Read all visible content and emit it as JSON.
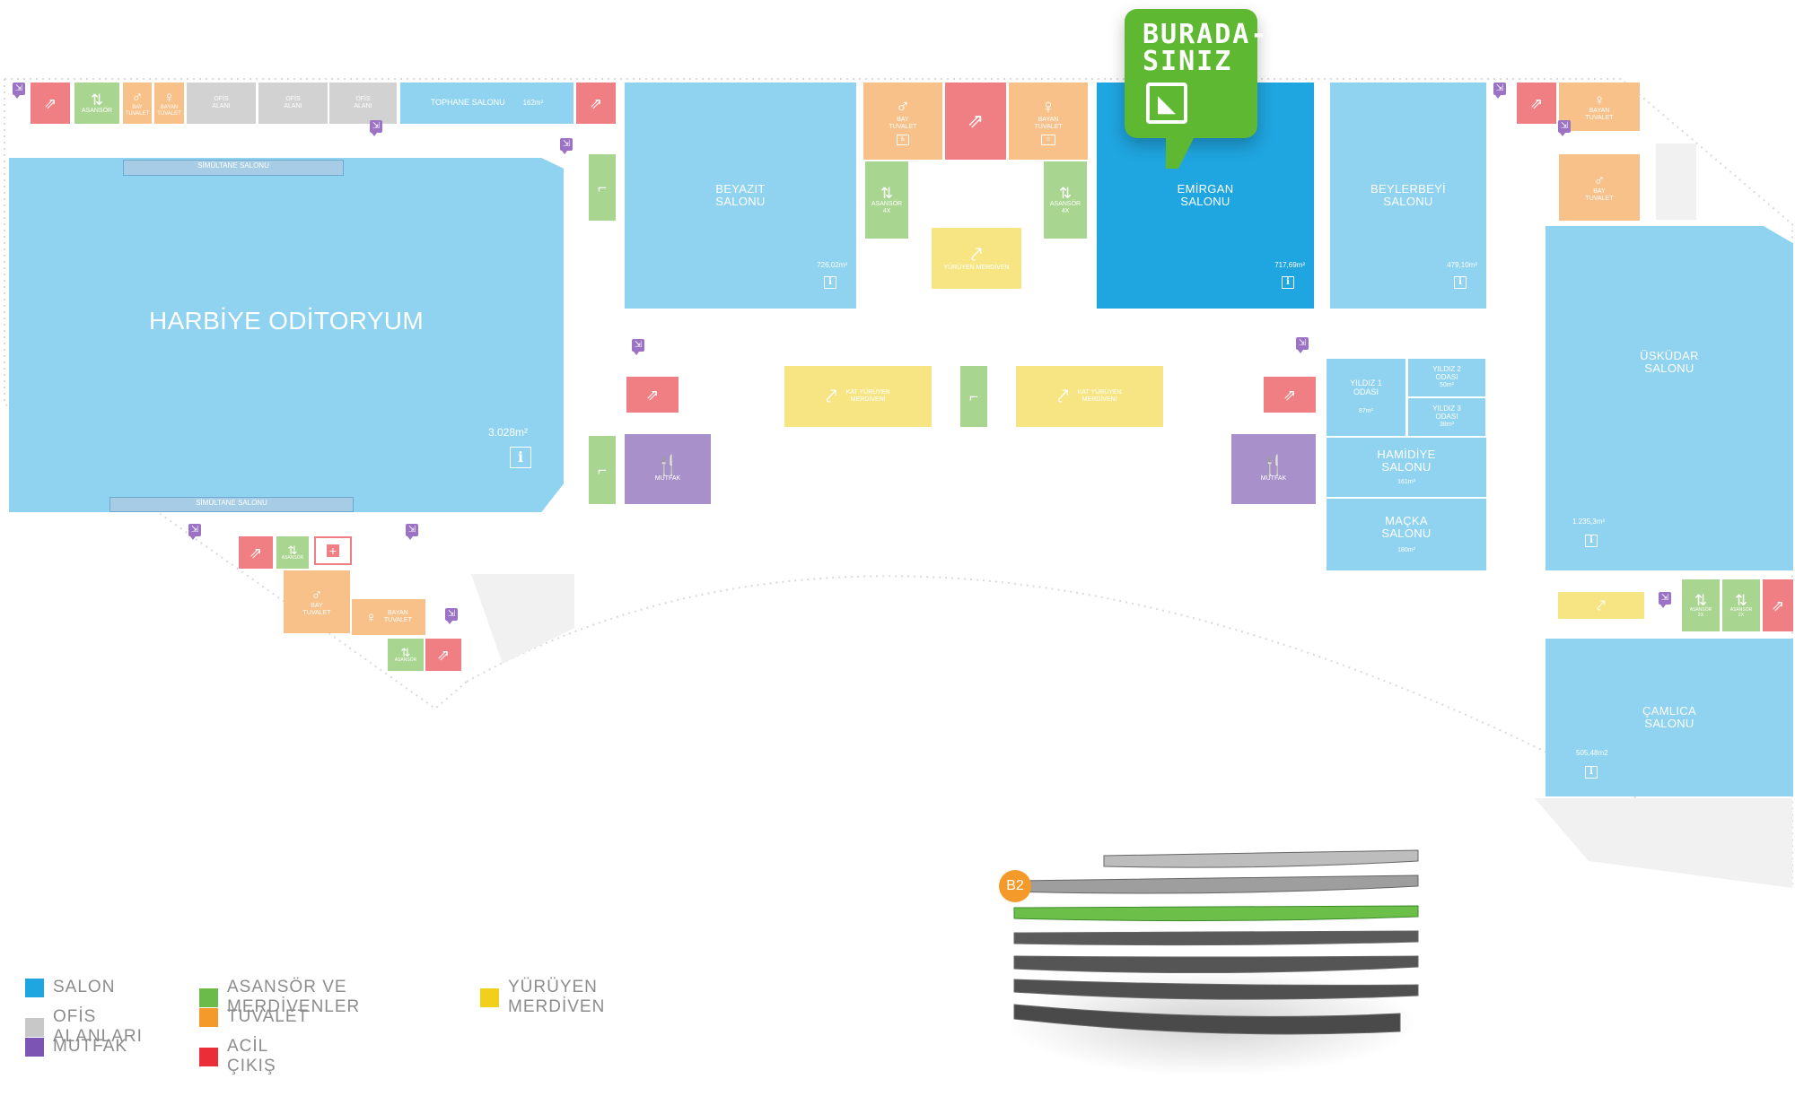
{
  "you_are_here": {
    "label": "BURADA-\nSINIZ",
    "icon": "exit-door-icon"
  },
  "halls": {
    "harbiye": {
      "name": "HARBİYE ODİTORYUM",
      "area": "3.028m²"
    },
    "beyazit": {
      "name": "BEYAZIT\nSALONU",
      "area": "726,02m²"
    },
    "emirgan": {
      "name": "EMİRGAN\nSALONU",
      "area": "717,69m²"
    },
    "beylerbeyi": {
      "name": "BEYLERBEYİ\nSALONU",
      "area": "479,10m²"
    },
    "uskudar": {
      "name": "ÜSKÜDAR\nSALONU",
      "area": "1.235,3m²"
    },
    "camlica": {
      "name": "ÇAMLICA\nSALONU",
      "area": "505,48m2"
    },
    "hamidiye": {
      "name": "HAMİDİYE\nSALONU",
      "area": "161m²"
    },
    "macka": {
      "name": "MAÇKA\nSALONU",
      "area": "180m²"
    },
    "yildiz1": {
      "name": "YILDIZ 1\nODASI",
      "area": "87m²"
    },
    "yildiz2": {
      "name": "YILDIZ 2\nODASI",
      "area": "50m²"
    },
    "yildiz3": {
      "name": "YILDIZ 3\nODASI",
      "area": "38m²"
    },
    "tophane": {
      "name": "TOPHANE SALONU",
      "area": "162m²"
    }
  },
  "simultane_top": "SİMÜLTANE SALONU",
  "simultane_bottom": "SİMÜLTANE SALONU",
  "labels": {
    "asansor": "ASANSÖR",
    "asansor_4x": "ASANSÖR\n4X",
    "asansor_2x": "ASANSÖR\n2X",
    "bay_tuvalet": "BAY\nTUVALET",
    "bayan_tuvalet": "BAYAN\nTUVALET",
    "ofis_alani": "OFİS\nALANI",
    "mutfak": "MUTFAK",
    "yuruyen_merdiven": "YÜRÜYEN MERDİVEN",
    "kat_yuruyen_merdiveni": "KAT YÜRÜYEN\nMERDİVENİ"
  },
  "legend": [
    {
      "label": "SALON",
      "color": "#1fa5e0"
    },
    {
      "label": "OFİS ALANLARI",
      "color": "#c8c8c8"
    },
    {
      "label": "MUTFAK",
      "color": "#7c55b4"
    },
    {
      "label": "ASANSÖR VE MERDİVENLER",
      "color": "#6bbb4a"
    },
    {
      "label": "TUVALET",
      "color": "#f39a2b"
    },
    {
      "label": "ACİL ÇIKIŞ",
      "color": "#ea2d36"
    },
    {
      "label": "YÜRÜYEN MERDİVEN",
      "color": "#f2cf1a"
    }
  ],
  "floor_badge": "B2"
}
